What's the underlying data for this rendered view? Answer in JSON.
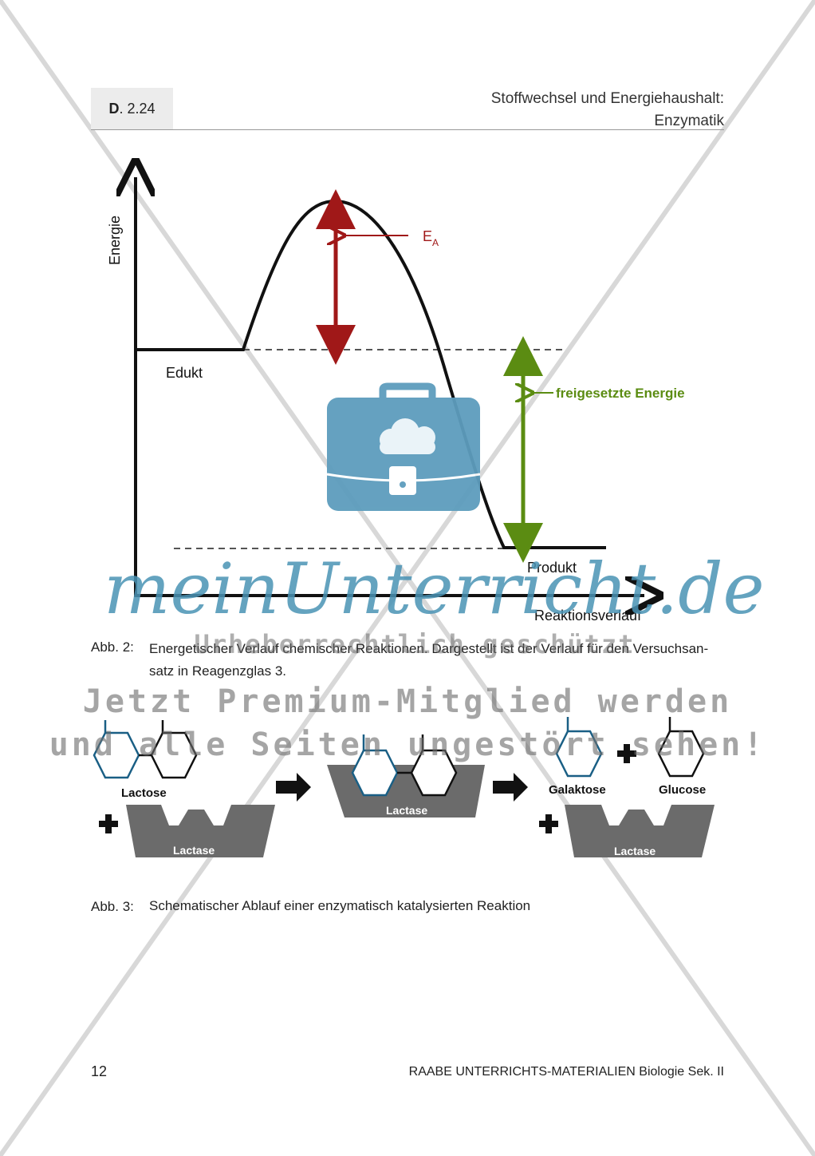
{
  "header": {
    "section_prefix": "D",
    "section_number": ". 2.24",
    "title_line1": "Stoffwechsel und Energiehaushalt:",
    "title_line2": "Enzymatik"
  },
  "figure2": {
    "y_axis_label": "Energie",
    "x_axis_label": "Reaktionsverlauf",
    "activation_energy_label": "E",
    "activation_energy_subscript": "A",
    "released_energy_label": "freigesetzte Energie",
    "educt_label": "Edukt",
    "product_label": "Produkt",
    "colors": {
      "activation_arrow": "#a01818",
      "released_arrow": "#5b8c12",
      "curve": "#111111"
    }
  },
  "caption2": {
    "label": "Abb. 2:",
    "text_line1": "Energetischer Verlauf chemischer Reaktionen. Dargestellt ist der Verlauf für den Versuchsan-",
    "text_line2": "satz in Reagenzglas 3."
  },
  "figure3": {
    "lactose_label": "Lactose",
    "lactase_label": "Lactase",
    "galactose_label": "Galaktose",
    "glucose_label": "Glucose",
    "colors": {
      "enzyme": "#6b6b6b",
      "galactose_ring": "#1a5f85"
    }
  },
  "caption3": {
    "label": "Abb. 3:",
    "text": "Schematischer Ablauf einer enzymatisch katalysierten Reaktion"
  },
  "watermark": {
    "site": "meinUnterricht.de",
    "copyright": "Urheberrechtlich geschützt",
    "promo_line1": "Jetzt Premium-Mitglied werden",
    "promo_line2": "und alle Seiten ungestört sehen!"
  },
  "footer": {
    "page_number": "12",
    "publisher": "RAABE UNTERRICHTS-MATERIALIEN Biologie Sek. II"
  }
}
